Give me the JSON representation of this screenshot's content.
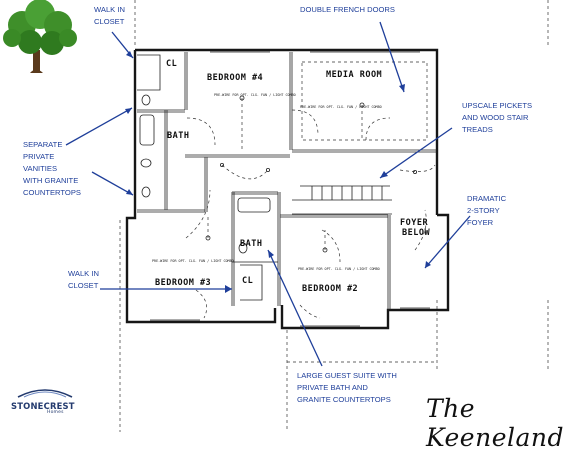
{
  "callouts": {
    "walk_in_closet_top": [
      "WALK IN",
      "CLOSET"
    ],
    "double_french_doors": [
      "DOUBLE FRENCH DOORS"
    ],
    "upscale_pickets": [
      "UPSCALE PICKETS",
      "AND WOOD STAIR",
      "TREADS"
    ],
    "separate_vanities": [
      "SEPARATE",
      "PRIVATE",
      "VANITIES",
      "WITH GRANITE",
      "COUNTERTOPS"
    ],
    "dramatic_foyer": [
      "DRAMATIC",
      "2-STORY",
      "FOYER"
    ],
    "walk_in_closet_bottom": [
      "WALK IN",
      "CLOSET"
    ],
    "guest_suite": [
      "LARGE GUEST SUITE WITH",
      "PRIVATE BATH AND",
      "GRANITE COUNTERTOPS"
    ]
  },
  "rooms": {
    "bedroom4": "BEDROOM #4",
    "media_room": "MEDIA ROOM",
    "bath_upper": "BATH",
    "bath_lower": "BATH",
    "bedroom3": "BEDROOM #3",
    "bedroom2": "BEDROOM #2",
    "foyer": "FOYER",
    "foyer_below": "BELOW",
    "cl_top": "CL",
    "cl_bottom": "CL"
  },
  "fixture_note": "PRE-WIRE FOR OPT. CLG. FAN / LIGHT COMBO",
  "plan_title": "The Keeneland",
  "brand": "STONECREST",
  "brand_sub": "Homes",
  "colors": {
    "callout": "#1f3f9a",
    "tree_green": "#3f8f2a",
    "trunk": "#5a3a1c"
  }
}
